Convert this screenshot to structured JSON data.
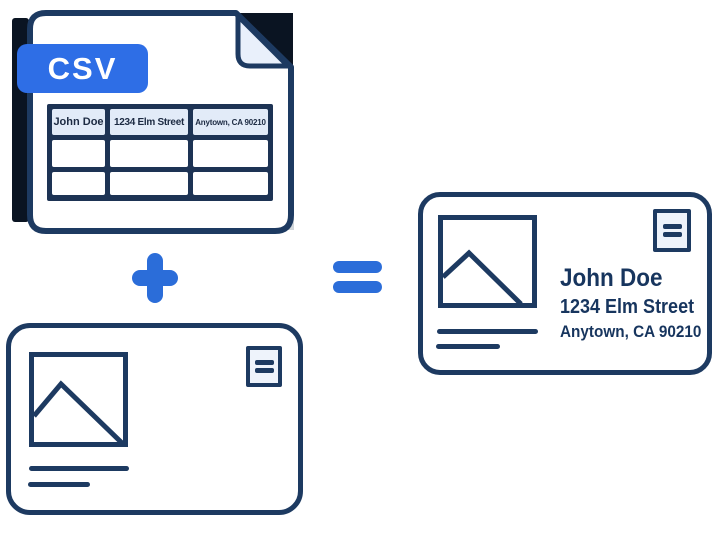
{
  "csv_file": {
    "badge_label": "CSV",
    "table": {
      "header_cells": [
        "John Doe",
        "1234 Elm Street",
        "Anytown, CA 90210"
      ],
      "empty_body_rows": 2,
      "columns": 3
    }
  },
  "operators": {
    "plus": "+",
    "equals": "="
  },
  "template_postcard": {
    "icons": [
      "image-placeholder-icon",
      "mountain-icon",
      "stamp-icon",
      "text-line-icon"
    ]
  },
  "result_postcard": {
    "address": {
      "name": "John Doe",
      "street": "1234 Elm Street",
      "city_state_zip": "Anytown, CA 90210"
    },
    "icons": [
      "image-placeholder-icon",
      "mountain-icon",
      "stamp-icon",
      "text-line-icon"
    ]
  },
  "colors": {
    "accent_blue": "#2b6dd9",
    "badge_blue": "#2e6ee6",
    "navy_border": "#1d3a61",
    "address_text": "#17355e",
    "table_text": "#1c2a42",
    "table_header_fill": "#e2ebf8",
    "folded_corner_fill": "#e9f0fb",
    "stamp_fill": "#eef3fb",
    "shadow_dark": "#0a1422"
  }
}
